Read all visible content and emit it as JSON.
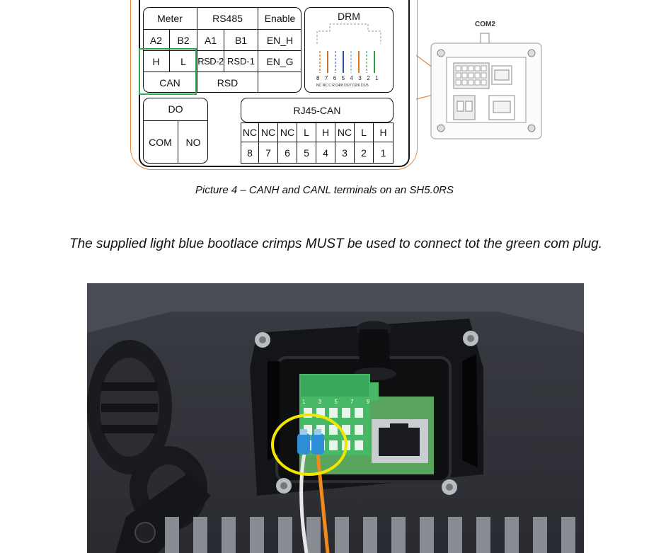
{
  "diagram": {
    "meter": "Meter",
    "rs485": "RS485",
    "enable": "Enable",
    "drm": "DRM",
    "a2": "A2",
    "b2": "B2",
    "a1": "A1",
    "b1": "B1",
    "en_h": "EN_H",
    "h": "H",
    "l": "L",
    "rsd2": "RSD-2",
    "rsd1": "RSD-1",
    "en_g": "EN_G",
    "can": "CAN",
    "rsd": "RSD",
    "do": "DO",
    "com": "COM",
    "no": "NO",
    "rj45": "RJ45-CAN",
    "drm_pins": "8 7 6 5 4 3 2 1",
    "drm_pin_labels": "NC NC C R D4/8 D3/7 D2/6 D1/5",
    "rj45_top": [
      "NC",
      "NC",
      "NC",
      "L",
      "H",
      "NC",
      "L",
      "H"
    ],
    "rj45_bottom": [
      "8",
      "7",
      "6",
      "5",
      "4",
      "3",
      "2",
      "1"
    ],
    "com2": "COM2"
  },
  "caption": "Picture 4 – CANH and CANL terminals on an SH5.0RS",
  "note": "The supplied light blue bootlace crimps MUST be used to connect tot the green com plug.",
  "photo": {
    "terminal_numbers": "1 3 5 7 9",
    "colors": {
      "highlight": "#f2e600",
      "crimp": "#2f8fd6",
      "wire_orange": "#f08a1c",
      "terminal_green": "#4fbf6a"
    }
  }
}
